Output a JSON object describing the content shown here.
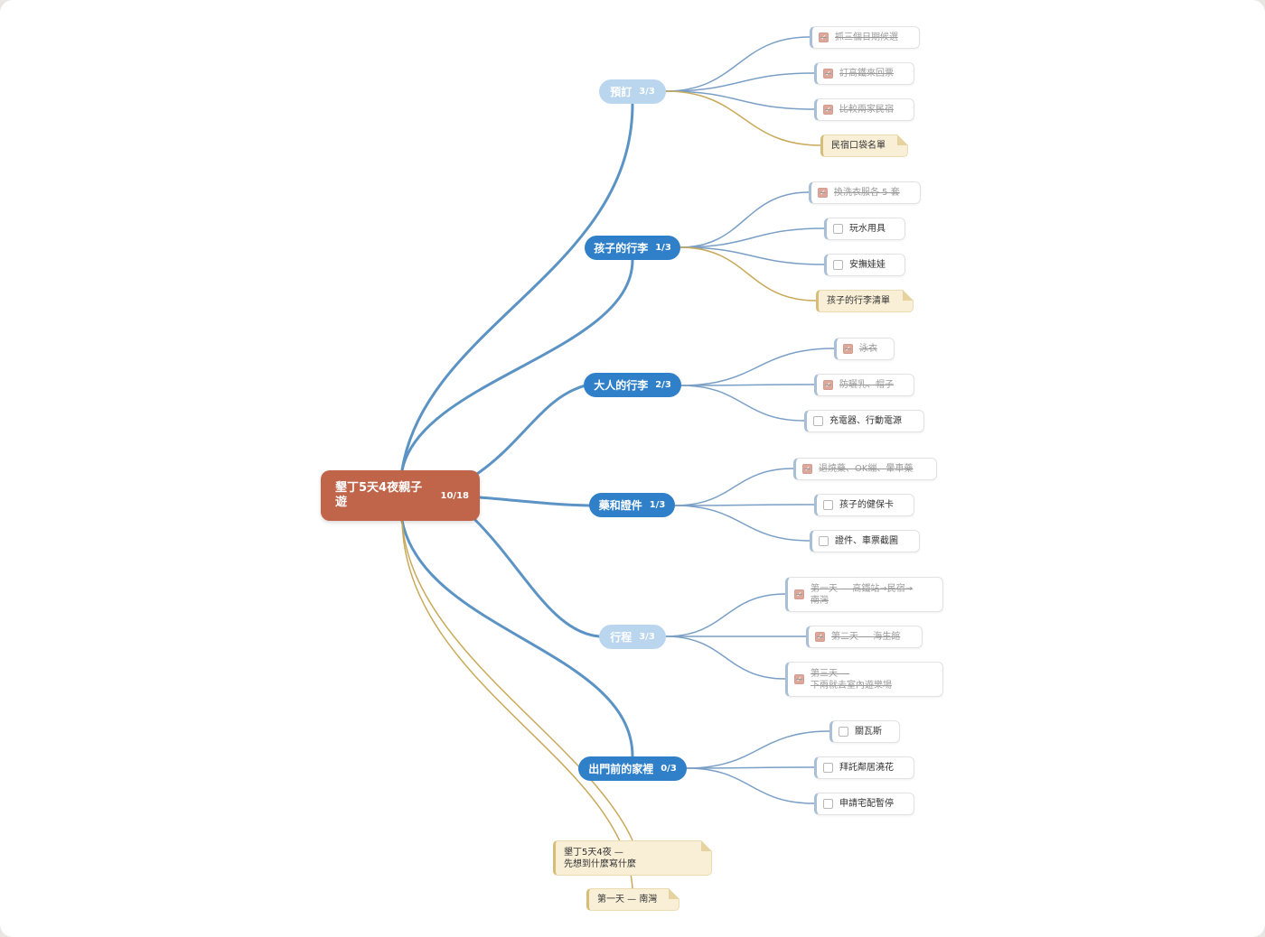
{
  "root": {
    "title": "墾丁5天4夜親子遊",
    "count": "10/18"
  },
  "branches": [
    {
      "label": "預訂",
      "count": "3/3",
      "complete": true,
      "items": [
        {
          "text": "抓三個日期候選",
          "checked": true
        },
        {
          "text": "訂高鐵來回票",
          "checked": true
        },
        {
          "text": "比較兩家民宿",
          "checked": true
        }
      ],
      "note": "民宿口袋名單"
    },
    {
      "label": "孩子的行李",
      "count": "1/3",
      "complete": false,
      "items": [
        {
          "text": "換洗衣服各 5 套",
          "checked": true
        },
        {
          "text": "玩水用具",
          "checked": false
        },
        {
          "text": "安撫娃娃",
          "checked": false
        }
      ],
      "note": "孩子的行李清單"
    },
    {
      "label": "大人的行李",
      "count": "2/3",
      "complete": false,
      "items": [
        {
          "text": "泳衣",
          "checked": true
        },
        {
          "text": "防曬乳、帽子",
          "checked": true
        },
        {
          "text": "充電器、行動電源",
          "checked": false
        }
      ]
    },
    {
      "label": "藥和證件",
      "count": "1/3",
      "complete": false,
      "items": [
        {
          "text": "退燒藥、OK繃、暈車藥",
          "checked": true
        },
        {
          "text": "孩子的健保卡",
          "checked": false
        },
        {
          "text": "證件、車票截圖",
          "checked": false
        }
      ]
    },
    {
      "label": "行程",
      "count": "3/3",
      "complete": true,
      "items": [
        {
          "text": "第一天 — 高鐵站→民宿→\n南灣",
          "checked": true
        },
        {
          "text": "第二天 — 海生館",
          "checked": true
        },
        {
          "text": "第三天 —\n下雨就去室內遊樂場",
          "checked": true
        }
      ]
    },
    {
      "label": "出門前的家裡",
      "count": "0/3",
      "complete": false,
      "items": [
        {
          "text": "關瓦斯",
          "checked": false
        },
        {
          "text": "拜託鄰居澆花",
          "checked": false
        },
        {
          "text": "申請宅配暫停",
          "checked": false
        }
      ]
    }
  ],
  "root_notes": [
    "墾丁5天4夜 —\n先想到什麼寫什麼",
    "第一天 — 南灣"
  ],
  "colors": {
    "root": "#c0654a",
    "branch_active": "#2f80c9",
    "branch_complete": "#b9d6ee",
    "main_link": "#5b93c4",
    "leaf_link": "#7a9fc6",
    "note_link": "#c9a95a",
    "checkbox_checked": "#dba89c",
    "note_bg": "#f8efd6"
  }
}
